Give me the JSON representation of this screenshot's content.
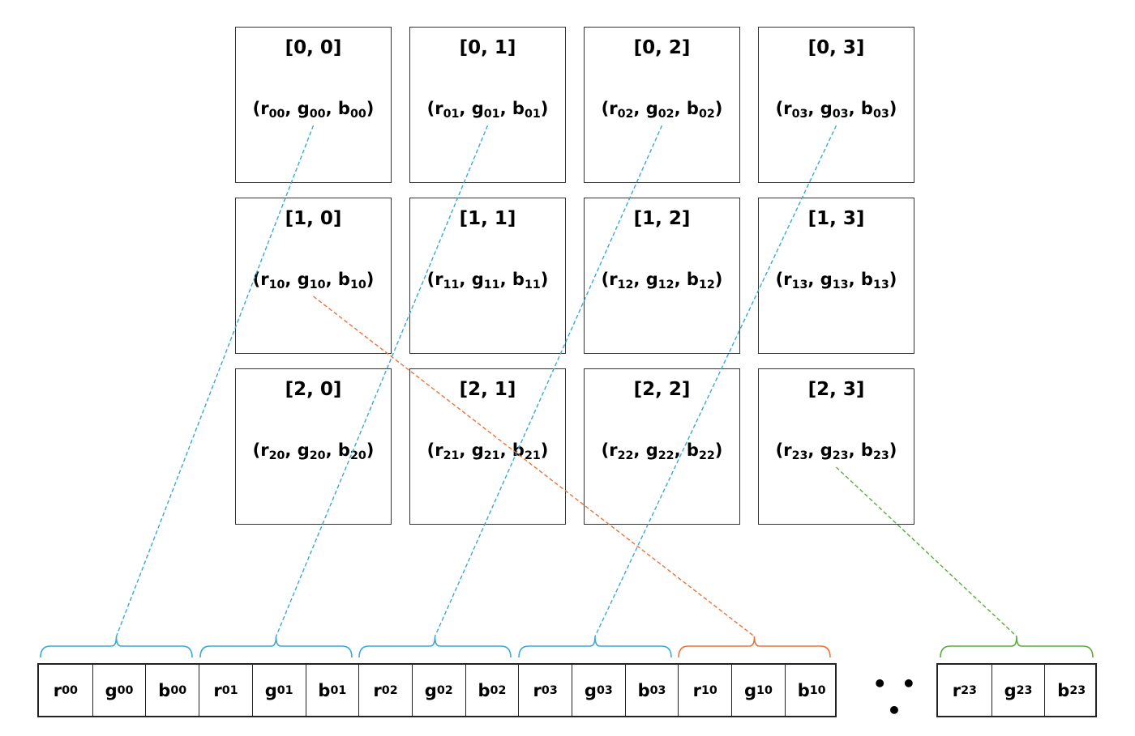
{
  "grid": {
    "rows": [
      [
        {
          "index": "[0, 0]",
          "r": "00",
          "g": "00",
          "b": "00"
        },
        {
          "index": "[0, 1]",
          "r": "01",
          "g": "01",
          "b": "01"
        },
        {
          "index": "[0, 2]",
          "r": "02",
          "g": "02",
          "b": "02"
        },
        {
          "index": "[0, 3]",
          "r": "03",
          "g": "03",
          "b": "03"
        }
      ],
      [
        {
          "index": "[1, 0]",
          "r": "10",
          "g": "10",
          "b": "10"
        },
        {
          "index": "[1, 1]",
          "r": "11",
          "g": "11",
          "b": "11"
        },
        {
          "index": "[1, 2]",
          "r": "12",
          "g": "12",
          "b": "12"
        },
        {
          "index": "[1, 3]",
          "r": "13",
          "g": "13",
          "b": "13"
        }
      ],
      [
        {
          "index": "[2, 0]",
          "r": "20",
          "g": "20",
          "b": "20"
        },
        {
          "index": "[2, 1]",
          "r": "21",
          "g": "21",
          "b": "21"
        },
        {
          "index": "[2, 2]",
          "r": "22",
          "g": "22",
          "b": "22"
        },
        {
          "index": "[2, 3]",
          "r": "23",
          "g": "23",
          "b": "23"
        }
      ]
    ]
  },
  "strip": {
    "main_cells": [
      {
        "letter": "r",
        "sub": "00"
      },
      {
        "letter": "g",
        "sub": "00"
      },
      {
        "letter": "b",
        "sub": "00"
      },
      {
        "letter": "r",
        "sub": "01"
      },
      {
        "letter": "g",
        "sub": "01"
      },
      {
        "letter": "b",
        "sub": "01"
      },
      {
        "letter": "r",
        "sub": "02"
      },
      {
        "letter": "g",
        "sub": "02"
      },
      {
        "letter": "b",
        "sub": "02"
      },
      {
        "letter": "r",
        "sub": "03"
      },
      {
        "letter": "g",
        "sub": "03"
      },
      {
        "letter": "b",
        "sub": "03"
      },
      {
        "letter": "r",
        "sub": "10"
      },
      {
        "letter": "g",
        "sub": "10"
      },
      {
        "letter": "b",
        "sub": "10"
      }
    ],
    "ellipsis": "• • •",
    "tail_cells": [
      {
        "letter": "r",
        "sub": "23"
      },
      {
        "letter": "g",
        "sub": "23"
      },
      {
        "letter": "b",
        "sub": "23"
      }
    ]
  },
  "connections": [
    {
      "pixel": "[0, 0]",
      "group": 0,
      "color": "#3aa9d6"
    },
    {
      "pixel": "[0, 1]",
      "group": 1,
      "color": "#3aa9d6"
    },
    {
      "pixel": "[0, 2]",
      "group": 2,
      "color": "#3aa9d6"
    },
    {
      "pixel": "[0, 3]",
      "group": 3,
      "color": "#3aa9d6"
    },
    {
      "pixel": "[1, 0]",
      "group": 4,
      "color": "#e8743b"
    },
    {
      "pixel": "[2, 3]",
      "group": 5,
      "color": "#5aac3a"
    }
  ],
  "colors": {
    "blue": "#3aa9d6",
    "orange": "#e8743b",
    "green": "#5aac3a",
    "border": "#333333"
  }
}
